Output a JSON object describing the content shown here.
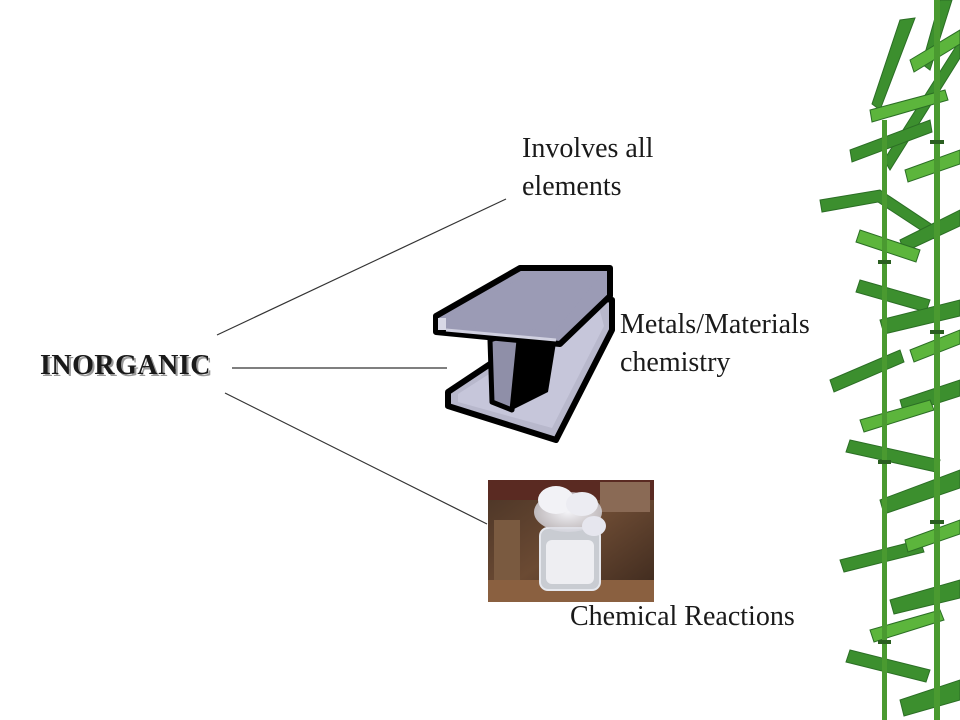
{
  "diagram": {
    "root": {
      "label": "INORGANIC"
    },
    "branches": [
      {
        "label_lines": [
          "Involves all",
          "elements"
        ]
      },
      {
        "label_lines": [
          "Metals/Materials",
          "chemistry"
        ],
        "image": "steel-i-beam"
      },
      {
        "label": "Chemical Reactions",
        "image": "fuming-beaker-photo"
      }
    ]
  },
  "colors": {
    "beam_face": "#9b9bb5",
    "beam_light": "#c3c3d8",
    "bamboo_leaf": "#2f8a2a",
    "bamboo_leaf_light": "#5fb83a"
  }
}
